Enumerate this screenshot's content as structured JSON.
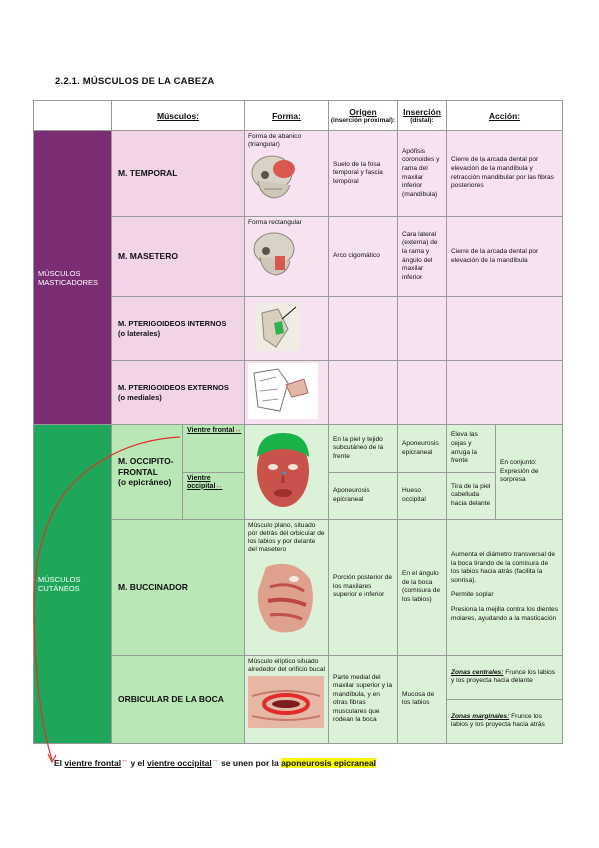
{
  "title": "2.2.1. MÚSCULOS DE LA CABEZA",
  "header": {
    "musculos": "Músculos:",
    "forma": "Forma:",
    "origen": "Origen",
    "origen_sub": "(inserción proximal):",
    "insercion": "Inserción",
    "insercion_sub": "(distal):",
    "accion": "Acción:"
  },
  "groups": {
    "masticadores": "MÚSCULOS MASTICADORES",
    "cutaneos": "MÚSCULOS CUTÁNEOS"
  },
  "rows": {
    "temporal": {
      "name": "M. TEMPORAL",
      "forma": "Forma de abanico (triangular)",
      "origen": "Suelo de la fosa temporal y fascia temporal",
      "insercion": "Apófisis coronoides y rama del maxilar inferior (mandíbula)",
      "accion": "Cierre de la arcada dental por elevación de la mandíbula y retracción mandibular por las fibras posteriores"
    },
    "masetero": {
      "name": "M. MASETERO",
      "forma": "Forma rectangular",
      "origen": "Arco cigomático",
      "insercion": "Cara lateral (externa) de la rama y ángulo del maxilar inferior",
      "accion": "Cierre de la arcada dental por elevación de la mandíbula"
    },
    "pterigoideos_internos": {
      "name_line1": "M. PTERIGOIDEOS INTERNOS",
      "name_line2": "(o laterales)"
    },
    "pterigoideos_externos": {
      "name_line1": "M. PTERIGOIDEOS EXTERNOS",
      "name_line2": "(o mediales)"
    },
    "occipito": {
      "name_line1": "M. OCCIPITO-FRONTAL",
      "name_line2": "(o epicráneo)",
      "frontal_label": "Vientre frontal",
      "occipital_label": "Vientre occipital",
      "arrow": "↔",
      "frontal_origen": "En la piel y tejido subcutáneo de la frente",
      "frontal_insercion": "Aponeurosis epicraneal",
      "frontal_accion": "Eleva las cejas y arruga la frente",
      "occipital_origen": "Aponeurosis epicraneal",
      "occipital_insercion": "Hueso occipital",
      "occipital_accion": "Tira de la piel cabelluda hacia delante",
      "conjunto": "En conjunto: Expresión de sorpresa"
    },
    "buccinador": {
      "name": "M. BUCCINADOR",
      "forma": "Músculo plano, situado por detrás del orbicular de los labios y por delante del masetero",
      "origen": "Porción posterior de los maxilares superior e inferior",
      "insercion": "En el ángulo de la boca (comisura de los labios)",
      "accion1": "Aumenta el diámetro transversal de la boca tirando de la comisura de los labios hacia atrás (facilita la sonrisa).",
      "accion2": "Permite soplar",
      "accion3": "Presiona la mejilla contra los dientes molares, ayudando a la masticación"
    },
    "orbicular": {
      "name": "ORBICULAR DE LA BOCA",
      "forma": "Músculo elíptico situado alrededor del orificio bucal",
      "origen": "Parte medial del maxilar superior y la mandíbula, y en otras fibras musculares que rodean la boca",
      "insercion": "Mucosa de los labios",
      "zc_label": "Zonas centrales:",
      "zc_text": " Frunce los labios y los proyecta hacia delante",
      "zm_label": "Zonas marginales:",
      "zm_text": " Frunce los labios y los proyecta hacia atrás"
    }
  },
  "footnote": {
    "p1": "El ",
    "frontal": "vientre frontal",
    "arrow": "↔",
    "p2": " y el ",
    "occipital": "vientre occipital",
    "p3": " se unen por la ",
    "aponeurosis": "aponeurosis epicraneal"
  },
  "colors": {
    "masticadores": "#7a2d73",
    "cutaneos": "#1ea75a",
    "pink": "#f1d4e8",
    "green": "#b9e7b6",
    "arrow": "#e0312b",
    "highlight": "#f5f500"
  }
}
